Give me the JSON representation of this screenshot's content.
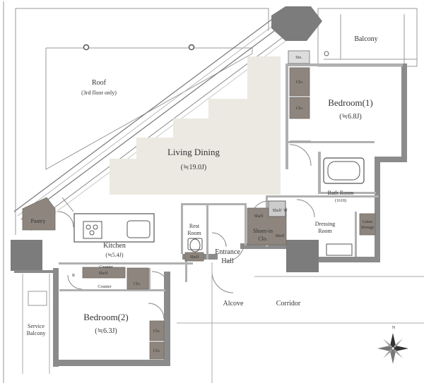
{
  "rooms": {
    "roof": {
      "title": "Roof",
      "note": "(3rd floor only)"
    },
    "balcony": "Balcony",
    "bedroom1": {
      "name": "Bedroom(1)",
      "size": "(≒6.8J)"
    },
    "living": {
      "name": "Living Dining",
      "size": "(≒19.0J)"
    },
    "bathroom": {
      "name": "Bath Room",
      "size": "(1618)"
    },
    "dressing": {
      "line1": "Dressing",
      "line2": "Room"
    },
    "pantry": "Pantry",
    "kitchen": {
      "name": "Kitchen",
      "size": "(≒5.4J)"
    },
    "restroom": {
      "line1": "Rest",
      "line2": "Room"
    },
    "entrance": {
      "line1": "Entrance",
      "line2": "Hall"
    },
    "shoes": {
      "line1": "Shoes-in",
      "line2": "Clo."
    },
    "bedroom2": {
      "name": "Bedroom(2)",
      "size": "(≒6.3J)"
    },
    "service_balcony": {
      "line1": "Service",
      "line2": "Balcony"
    },
    "alcove": "Alcove",
    "corridor": "Corridor"
  },
  "fixtures": {
    "sto": "Sto.",
    "clo": "Clo.",
    "shelf": "Shelf",
    "w": "W",
    "linen": {
      "line1": "Linen",
      "line2": "Storage"
    },
    "counter": "Counter",
    "r": "R"
  },
  "compass": "N",
  "colors": {
    "wall": "#8b8b8b",
    "living_floor": "#ece9e2",
    "storage": "#8e867e",
    "line": "#9a9a9a"
  }
}
